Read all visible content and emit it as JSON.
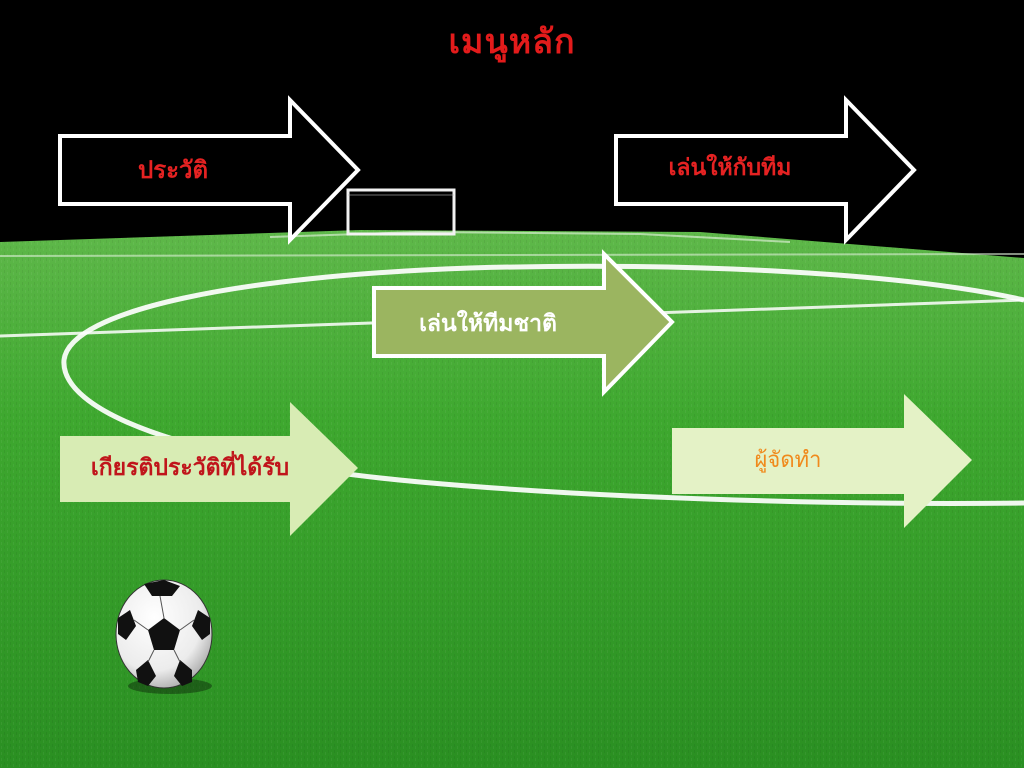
{
  "slide": {
    "title": "เมนูหลัก"
  },
  "menu": {
    "history_label": "ประวัติ",
    "club_label": "เล่นให้กับทีม",
    "national_label": "เล่นให้ทีมชาติ",
    "honors_label": "เกียรติประวัติที่ได้รับ",
    "credits_label": "ผู้จัดทำ"
  },
  "colors": {
    "title": "#e31b1b",
    "history_fill": "#000000",
    "club_fill": "#000000",
    "national_fill": "#9bb560",
    "honors_fill": "#d8ecb4",
    "credits_fill": "#e4f2c6",
    "grass": "#2f9a26"
  },
  "icons": {
    "ball": "soccer-ball-icon",
    "goal": "goal-icon"
  }
}
